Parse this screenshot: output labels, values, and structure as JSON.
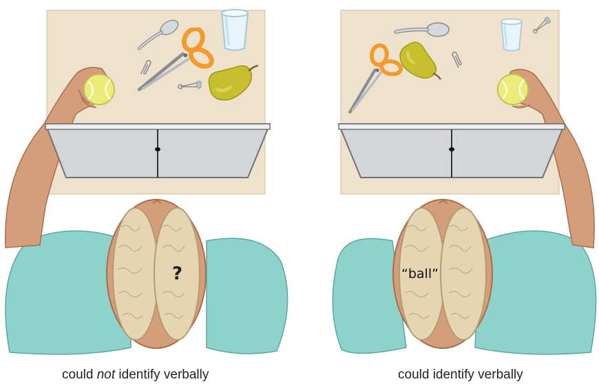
{
  "left_panel": {
    "caption_before": "could ",
    "caption_emphasis": "not",
    "caption_after": " identify verbally",
    "brain_label": "?"
  },
  "right_panel": {
    "caption": "could identify verbally",
    "brain_label": "“ball”"
  },
  "colors": {
    "table": "#efe2cc",
    "cabinet": "#d4d5d8",
    "shirt": "#8ed2cc",
    "skin": "#d49e7a",
    "brain": "#e6d5b2",
    "ball": "#ecec7a",
    "pear": "#c7bf2e",
    "scissors": "#f29a2e"
  }
}
